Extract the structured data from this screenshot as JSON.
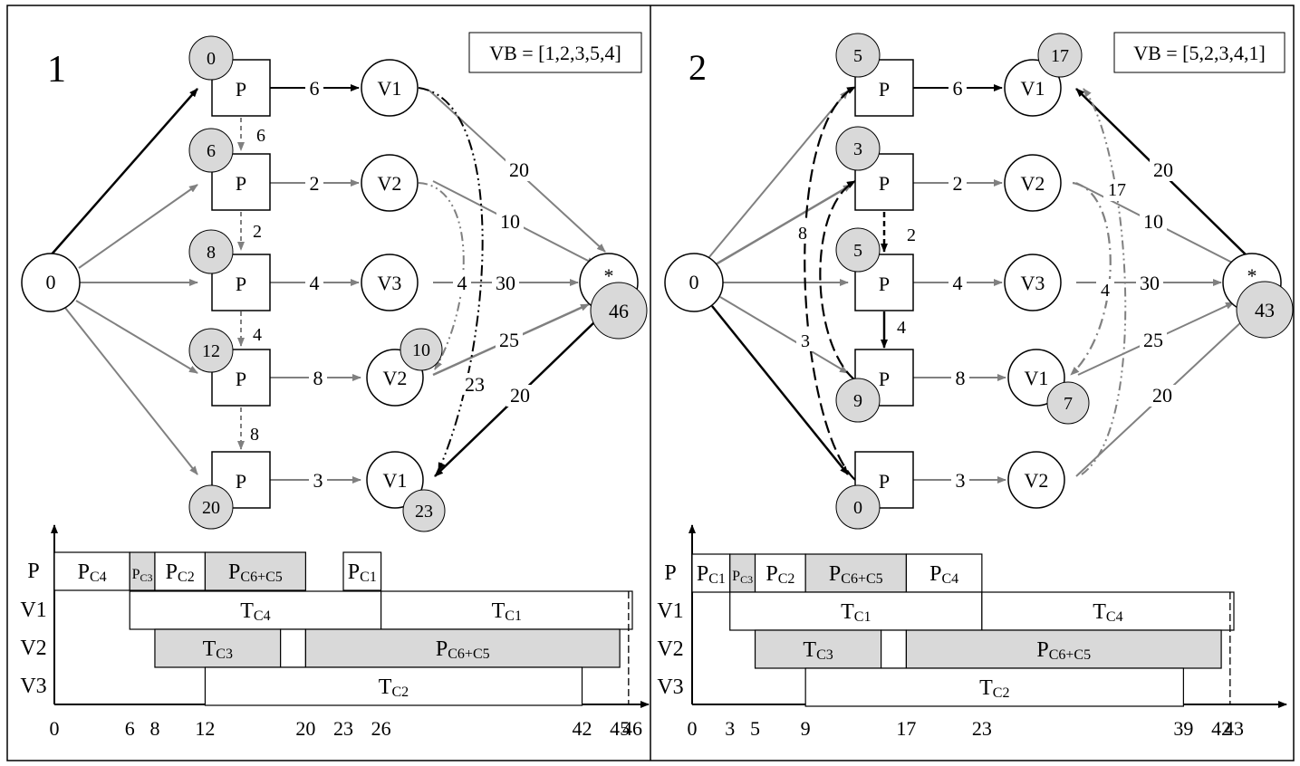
{
  "panels": [
    {
      "number": "1",
      "vb_label": "VB = [1,2,3,5,4]",
      "start_node": "0",
      "sink_node": "*",
      "sink_value": "46",
      "rows": [
        {
          "p_label": "P",
          "p_value": "0",
          "edge_pv": "6",
          "v_label": "V1",
          "v_value": ""
        },
        {
          "p_label": "P",
          "p_value": "6",
          "edge_pv": "2",
          "v_label": "V2",
          "v_value": ""
        },
        {
          "p_label": "P",
          "p_value": "8",
          "edge_pv": "4",
          "v_label": "V3",
          "v_value": ""
        },
        {
          "p_label": "P",
          "p_value": "12",
          "edge_pv": "8",
          "v_label": "V2",
          "v_value": "10"
        },
        {
          "p_label": "P",
          "p_value": "20",
          "edge_pv": "3",
          "v_label": "V1",
          "v_value": "23"
        }
      ],
      "p_chain_weights": [
        "6",
        "2",
        "4",
        "8"
      ],
      "v_sink_weights": [
        "20",
        "10",
        "30",
        "25",
        "20"
      ],
      "dashed_weights": [
        "4",
        "23"
      ],
      "gantt": {
        "rows": [
          "P",
          "V1",
          "V2",
          "V3"
        ],
        "ticks": [
          "0",
          "6",
          "8",
          "12",
          "20",
          "23",
          "26",
          "42",
          "45",
          "46"
        ],
        "tasks": [
          {
            "row": "P",
            "base": "P",
            "sub": "C4",
            "start": 0,
            "end": 6,
            "shaded": false
          },
          {
            "row": "P",
            "base": "P",
            "sub": "C3",
            "start": 6,
            "end": 8,
            "shaded": true
          },
          {
            "row": "P",
            "base": "P",
            "sub": "C2",
            "start": 8,
            "end": 12,
            "shaded": false
          },
          {
            "row": "P",
            "base": "P",
            "sub": "C6+C5",
            "start": 12,
            "end": 20,
            "shaded": true
          },
          {
            "row": "P",
            "base": "P",
            "sub": "C1",
            "start": 23,
            "end": 26,
            "shaded": false
          },
          {
            "row": "V1",
            "base": "T",
            "sub": "C4",
            "start": 6,
            "end": 26,
            "shaded": false
          },
          {
            "row": "V1",
            "base": "T",
            "sub": "C1",
            "start": 26,
            "end": 46,
            "shaded": false
          },
          {
            "row": "V2",
            "base": "T",
            "sub": "C3",
            "start": 8,
            "end": 18,
            "shaded": true
          },
          {
            "row": "V2",
            "base": "",
            "sub": "",
            "start": 18,
            "end": 20,
            "shaded": false
          },
          {
            "row": "V2",
            "base": "P",
            "sub": "C6+C5",
            "start": 20,
            "end": 45,
            "shaded": true
          },
          {
            "row": "V3",
            "base": "T",
            "sub": "C2",
            "start": 12,
            "end": 42,
            "shaded": false
          }
        ]
      }
    },
    {
      "number": "2",
      "vb_label": "VB = [5,2,3,4,1]",
      "start_node": "0",
      "sink_node": "*",
      "sink_value": "43",
      "rows": [
        {
          "p_label": "P",
          "p_value": "5",
          "edge_pv": "6",
          "v_label": "V1",
          "v_value": "17"
        },
        {
          "p_label": "P",
          "p_value": "3",
          "edge_pv": "2",
          "v_label": "V2",
          "v_value": ""
        },
        {
          "p_label": "P",
          "p_value": "5",
          "edge_pv": "4",
          "v_label": "V3",
          "v_value": ""
        },
        {
          "p_label": "P",
          "p_value": "9",
          "edge_pv": "8",
          "v_label": "V1",
          "v_value": "7"
        },
        {
          "p_label": "P",
          "p_value": "0",
          "edge_pv": "3",
          "v_label": "V2",
          "v_value": ""
        }
      ],
      "p_chain_weights": [
        "2",
        "4"
      ],
      "v_sink_weights": [
        "20",
        "10",
        "30",
        "25",
        "20"
      ],
      "dashed_weights": [
        "17",
        "4",
        "8",
        "3"
      ],
      "gantt": {
        "rows": [
          "P",
          "V1",
          "V2",
          "V3"
        ],
        "ticks": [
          "0",
          "3",
          "5",
          "9",
          "17",
          "23",
          "39",
          "42",
          "43"
        ],
        "tasks": [
          {
            "row": "P",
            "base": "P",
            "sub": "C1",
            "start": 0,
            "end": 3,
            "shaded": false
          },
          {
            "row": "P",
            "base": "P",
            "sub": "C3",
            "start": 3,
            "end": 5,
            "shaded": true
          },
          {
            "row": "P",
            "base": "P",
            "sub": "C2",
            "start": 5,
            "end": 9,
            "shaded": false
          },
          {
            "row": "P",
            "base": "P",
            "sub": "C6+C5",
            "start": 9,
            "end": 17,
            "shaded": true
          },
          {
            "row": "P",
            "base": "P",
            "sub": "C4",
            "start": 17,
            "end": 23,
            "shaded": false
          },
          {
            "row": "V1",
            "base": "T",
            "sub": "C1",
            "start": 3,
            "end": 23,
            "shaded": false
          },
          {
            "row": "V1",
            "base": "T",
            "sub": "C4",
            "start": 23,
            "end": 43,
            "shaded": false
          },
          {
            "row": "V2",
            "base": "T",
            "sub": "C3",
            "start": 5,
            "end": 15,
            "shaded": true
          },
          {
            "row": "V2",
            "base": "",
            "sub": "",
            "start": 15,
            "end": 17,
            "shaded": false
          },
          {
            "row": "V2",
            "base": "P",
            "sub": "C6+C5",
            "start": 17,
            "end": 42,
            "shaded": true
          },
          {
            "row": "V3",
            "base": "T",
            "sub": "C2",
            "start": 9,
            "end": 39,
            "shaded": false
          }
        ]
      }
    }
  ],
  "colors": {
    "shade": "#d9d9d9",
    "grey_edge": "#808080",
    "black": "#000000"
  }
}
